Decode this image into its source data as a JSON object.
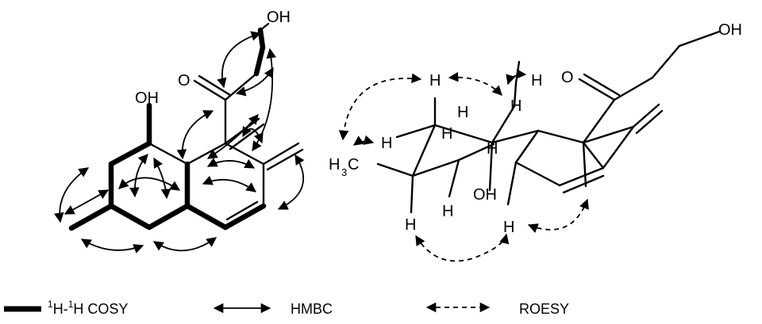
{
  "left_structure": {
    "labels": {
      "oh_top": "OH",
      "o_ketone": "O",
      "oh_ring": "OH"
    }
  },
  "right_structure": {
    "labels": {
      "oh_top": "OH",
      "o_ketone": "O",
      "oh_ring": "OH",
      "methyl_main": "H",
      "methyl_sub": "3",
      "methyl_tail": "C",
      "h1": "H",
      "h2": "H",
      "h3": "H",
      "h4": "H",
      "h5": "H",
      "h6": "H",
      "h7": "H",
      "h8": "H",
      "h9": "H",
      "h10": "H"
    }
  },
  "legend": {
    "cosy": {
      "sup1": "1",
      "mid": "H-",
      "sup2": "1",
      "end": "H COSY"
    },
    "hmbc": "HMBC",
    "roesy": "ROESY"
  }
}
